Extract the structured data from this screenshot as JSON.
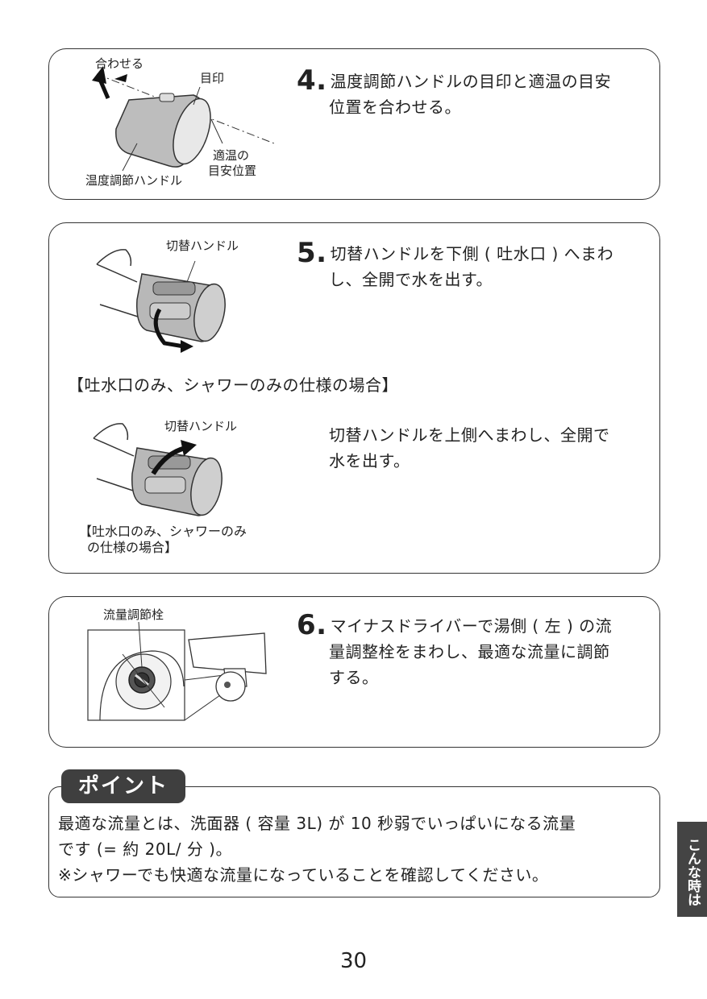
{
  "step4": {
    "number": "4.",
    "text_line1": "温度調節ハンドルの目印と適温の目安",
    "text_line2": "位置を合わせる。",
    "label_align": "合わせる",
    "label_mark": "目印",
    "label_temp_line1": "適温の",
    "label_temp_line2": "目安位置",
    "label_handle": "温度調節ハンドル"
  },
  "step5": {
    "number": "5.",
    "text_line1": "切替ハンドルを下側 ( 吐水口 ) へまわ",
    "text_line2": "し、全開で水を出す。",
    "label_handle": "切替ハンドル",
    "note_heading": "【吐水口のみ、シャワーのみの仕様の場合】",
    "note_text_line1": "切替ハンドルを上側へまわし、全開で",
    "note_text_line2": "水を出す。",
    "note_label_handle": "切替ハンドル",
    "note_caption_line1": "【吐水口のみ、シャワーのみ",
    "note_caption_line2": "の仕様の場合】"
  },
  "step6": {
    "number": "6.",
    "text_line1": "マイナスドライバーで湯側 ( 左 ) の流",
    "text_line2": "量調整栓をまわし、最適な流量に調節",
    "text_line3": "する。",
    "label_valve": "流量調節栓"
  },
  "point": {
    "tab": "ポイント",
    "line1": "最適な流量とは、洗面器 ( 容量 3L) が 10 秒弱でいっぱいになる流量",
    "line2": "です (= 約 20L/ 分 )。",
    "line3": "※シャワーでも快適な流量になっていることを確認してください。"
  },
  "side_tab": "こんな時は",
  "page_number": "30"
}
